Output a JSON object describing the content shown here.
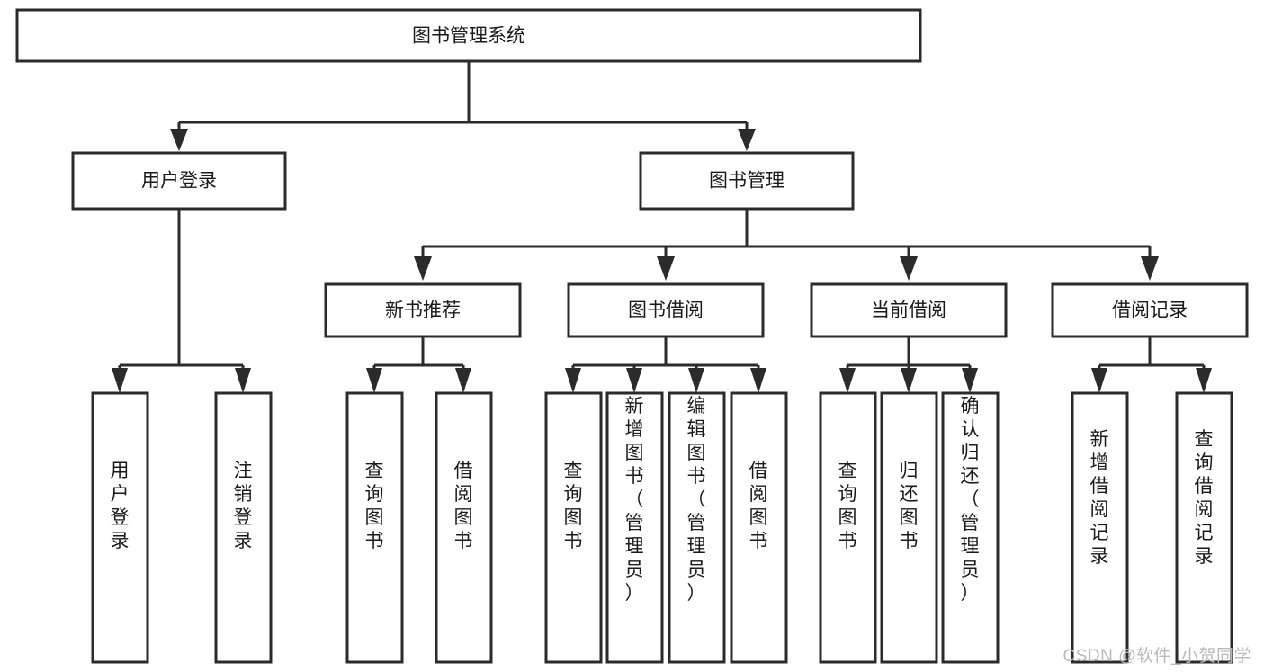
{
  "diagram": {
    "type": "hierarchy-tree",
    "title": "图书管理系统",
    "orientation": "top-down",
    "colors": {
      "box_stroke": "#2b2b2b",
      "box_fill": "#ffffff",
      "connector": "#2b2b2b",
      "text": "#1a1a1a",
      "watermark": "#b9b9b9",
      "background": "#ffffff"
    },
    "root": {
      "label": "图书管理系统"
    },
    "level2": [
      {
        "label": "用户登录"
      },
      {
        "label": "图书管理"
      }
    ],
    "level3": [
      {
        "label": "新书推荐"
      },
      {
        "label": "图书借阅"
      },
      {
        "label": "当前借阅"
      },
      {
        "label": "借阅记录"
      }
    ],
    "leaves": {
      "user_login": [
        {
          "label": "用户登录"
        },
        {
          "label": "注销登录"
        }
      ],
      "new_book_recommend": [
        {
          "label": "查询图书"
        },
        {
          "label": "借阅图书"
        }
      ],
      "book_borrow": [
        {
          "label": "查询图书"
        },
        {
          "label": "新增图书（管理员）"
        },
        {
          "label": "编辑图书（管理员）"
        },
        {
          "label": "借阅图书"
        }
      ],
      "current_borrow": [
        {
          "label": "查询图书"
        },
        {
          "label": "归还图书"
        },
        {
          "label": "确认归还（管理员）"
        }
      ],
      "borrow_record": [
        {
          "label": "新增借阅记录"
        },
        {
          "label": "查询借阅记录"
        }
      ]
    }
  },
  "watermark": {
    "text": "CSDN @软件_小贺同学"
  }
}
